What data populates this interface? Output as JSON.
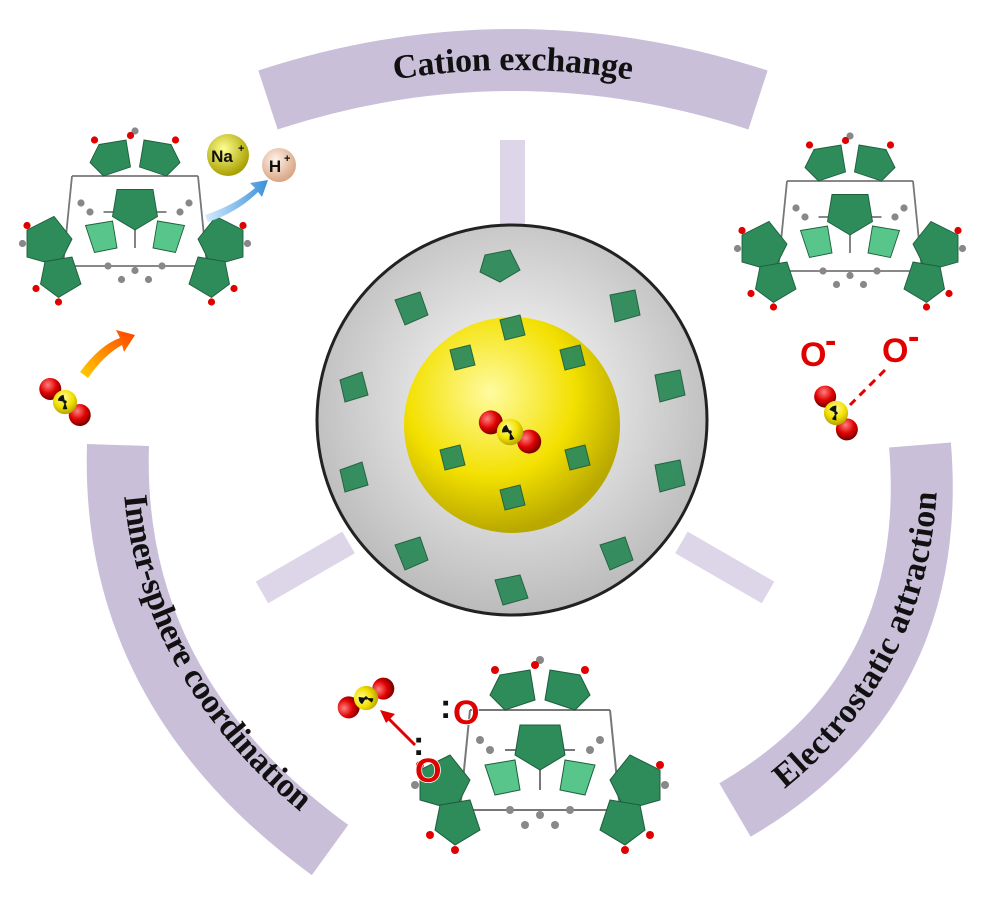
{
  "title": "CO2 capture mechanisms in a MOF",
  "mechanisms": {
    "top": "Cation exchange",
    "left": "Inner-sphere coordination",
    "right": "Electrostatic attraction"
  },
  "ions": {
    "sodium": "Na",
    "proton": "H",
    "charge": "+"
  },
  "oxygen": {
    "anion": "O",
    "charge": "-",
    "lone_pair": ":"
  },
  "colors": {
    "arc": "#c9bfd9",
    "polyhedron": "#2e8b5a",
    "oxygen": "#e00000",
    "carbon": "#8a8a8a",
    "sphere": "#f5e400"
  }
}
